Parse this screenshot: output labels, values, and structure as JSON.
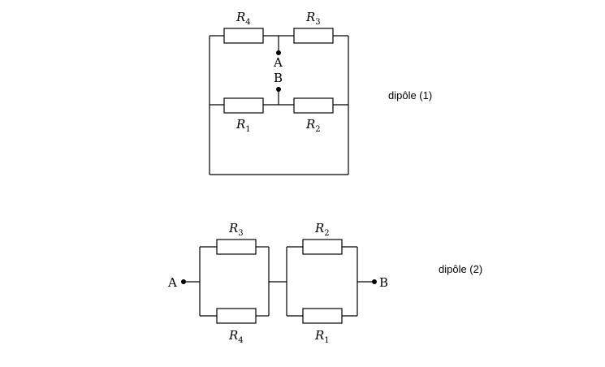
{
  "dipole1": {
    "caption": "dipôle (1)",
    "resistors": {
      "top_left": {
        "letter": "R",
        "sub": "4"
      },
      "top_right": {
        "letter": "R",
        "sub": "3"
      },
      "bottom_left": {
        "letter": "R",
        "sub": "1"
      },
      "bottom_right": {
        "letter": "R",
        "sub": "2"
      }
    },
    "terminals": {
      "a": "A",
      "b": "B"
    }
  },
  "dipole2": {
    "caption": "dipôle (2)",
    "resistors": {
      "left_top": {
        "letter": "R",
        "sub": "3"
      },
      "left_bottom": {
        "letter": "R",
        "sub": "4"
      },
      "right_top": {
        "letter": "R",
        "sub": "2"
      },
      "right_bottom": {
        "letter": "R",
        "sub": "1"
      }
    },
    "terminals": {
      "a": "A",
      "b": "B"
    }
  }
}
